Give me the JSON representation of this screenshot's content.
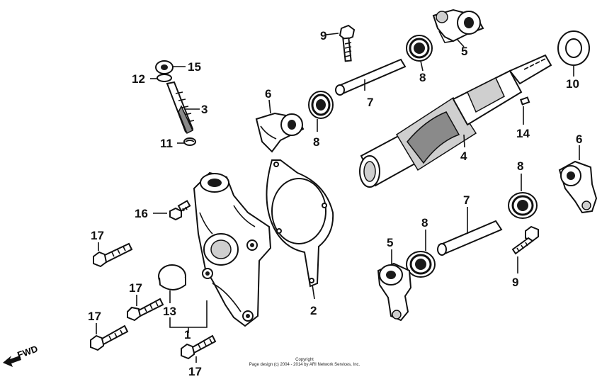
{
  "diagram": {
    "callouts": {
      "c1": "1",
      "c2": "2",
      "c3": "3",
      "c4": "4",
      "c5a": "5",
      "c5b": "5",
      "c6a": "6",
      "c6b": "6",
      "c7a": "7",
      "c7b": "7",
      "c8a": "8",
      "c8b": "8",
      "c8c": "8",
      "c8d": "8",
      "c9a": "9",
      "c9b": "9",
      "c10": "10",
      "c11": "11",
      "c12": "12",
      "c13": "13",
      "c14": "14",
      "c15": "15",
      "c16": "16",
      "c17a": "17",
      "c17b": "17",
      "c17c": "17",
      "c17d": "17"
    },
    "fwd_label": "FWD",
    "copyright_line1": "Copyright",
    "copyright_line2": "Page design (c) 2004 - 2014 by ARI Network Services, Inc."
  }
}
